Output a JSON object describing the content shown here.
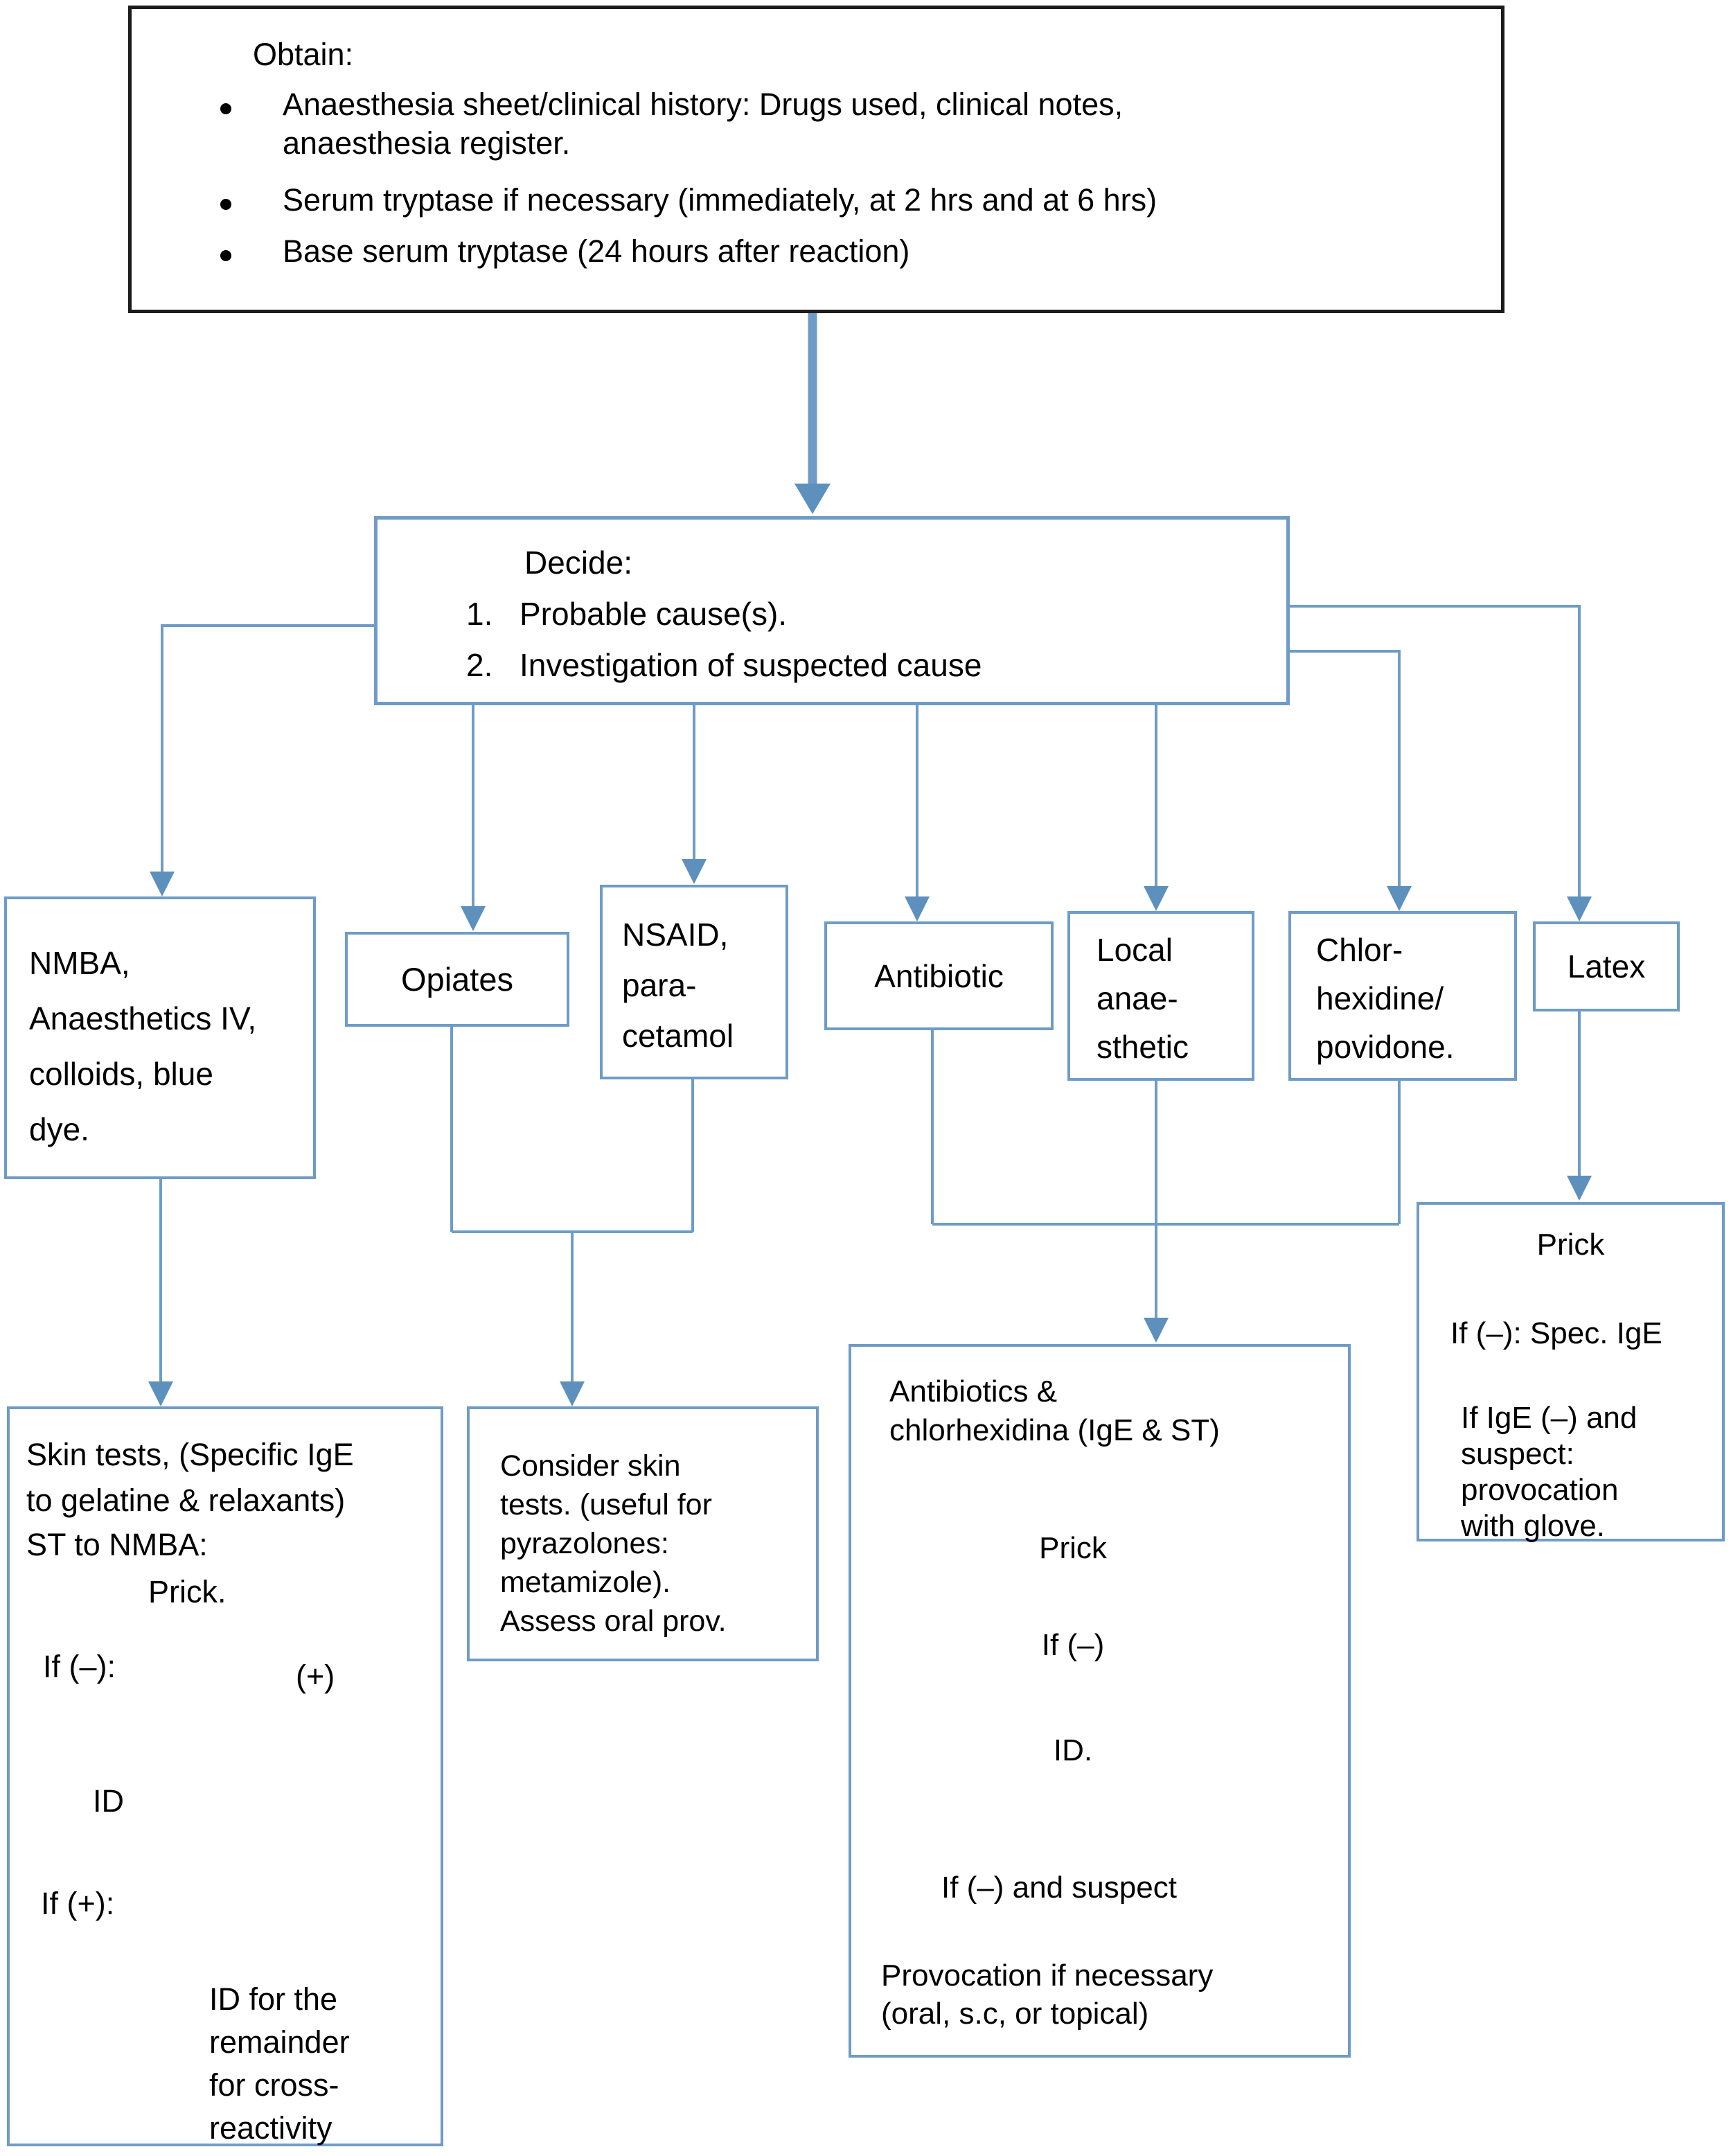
{
  "palette": {
    "line_blue": "#6f9cc6",
    "arrow_fill_blue": "#5d90bd",
    "border_black": "#1c1c1c",
    "text_color": "#000000",
    "background": "#ffffff"
  },
  "obtain_box": {
    "title": "Obtain:",
    "bullet1_line1": "Anaesthesia sheet/clinical history: Drugs used, clinical notes,",
    "bullet1_line2": "anaesthesia register.",
    "bullet2": "Serum tryptase if necessary (immediately, at 2 hrs and at 6 hrs)",
    "bullet3": "Base serum tryptase (24 hours after reaction)"
  },
  "decide_box": {
    "title": "Decide:",
    "item1_num": "1.",
    "item1_text": "Probable cause(s).",
    "item2_num": "2.",
    "item2_text": "Investigation of suspected cause"
  },
  "categories": {
    "nmba": {
      "lines": [
        "NMBA,",
        "Anaesthetics IV,",
        "colloids, blue",
        "dye."
      ]
    },
    "opiates": {
      "label": "Opiates"
    },
    "nsaid": {
      "lines": [
        "NSAID,",
        "para-",
        "cetamol"
      ]
    },
    "antibiotic": {
      "label": "Antibiotic"
    },
    "local_anaesthetic": {
      "lines": [
        "Local",
        "anae-",
        "sthetic"
      ]
    },
    "chlorhexidine": {
      "lines": [
        "Chlor-",
        "hexidine/",
        "povidone."
      ]
    },
    "latex": {
      "label": "Latex"
    }
  },
  "skin_tests_box": {
    "intro": [
      "Skin tests, (Specific IgE",
      "to gelatine & relaxants)",
      "ST to NMBA:"
    ],
    "prick": "Prick.",
    "if_neg": "If (–):",
    "plus": "(+)",
    "id": "ID",
    "if_pos": "If (+):",
    "result": [
      "ID for the",
      "remainder",
      "for cross-",
      "reactivity"
    ]
  },
  "consider_box": {
    "lines": [
      "Consider skin",
      "tests. (useful for",
      "pyrazolones:",
      "metamizole).",
      "Assess oral prov."
    ]
  },
  "antibiotics_box": {
    "title_lines": [
      "Antibiotics &",
      "chlorhexidina (IgE & ST)"
    ],
    "prick": "Prick",
    "if_neg": "If (–)",
    "id": "ID.",
    "if_neg_suspect": "If (–) and suspect",
    "provocation_lines": [
      "Provocation if necessary",
      "(oral, s.c, or topical)"
    ]
  },
  "latex_path_box": {
    "prick": "Prick",
    "if_neg_ige": "If (–): Spec. IgE",
    "result": [
      "If IgE (–) and",
      "suspect:",
      "provocation",
      "with glove."
    ]
  }
}
